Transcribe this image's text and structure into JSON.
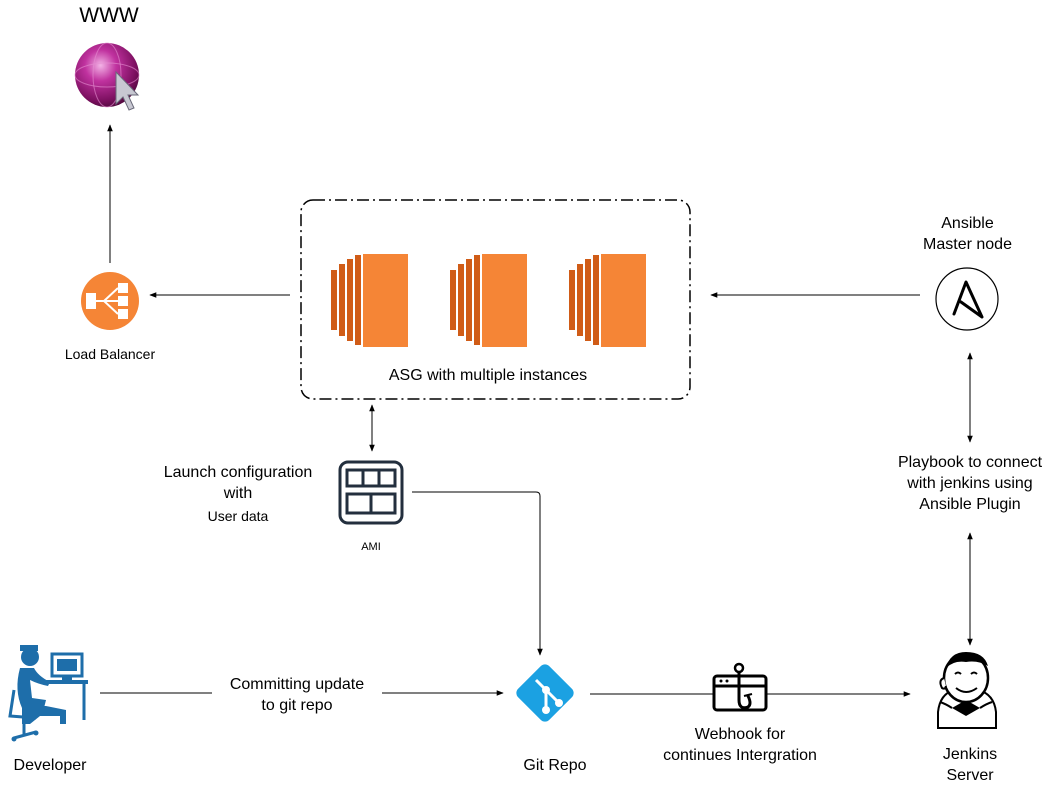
{
  "labels": {
    "www": "WWW",
    "load_balancer": "Load Balancer",
    "asg": "ASG with multiple instances",
    "ansible_master": [
      "Ansible",
      "Master node"
    ],
    "launch_config": [
      "Launch configuration",
      "with"
    ],
    "user_data": "User data",
    "ami": "AMI",
    "playbook": [
      "Playbook to connect",
      "with jenkins using",
      "Ansible Plugin"
    ],
    "developer": "Developer",
    "commit": [
      "Committing update",
      "to git repo"
    ],
    "git_repo": "Git Repo",
    "webhook": [
      "Webhook for",
      "continues Intergration"
    ],
    "jenkins": [
      "Jenkins",
      "Server"
    ]
  },
  "icons": {
    "www": "globe-cursor-icon",
    "load_balancer": "elastic-load-balancer-icon",
    "ec2": "ec2-instance-icon",
    "ansible": "ansible-logo-icon",
    "ami": "ami-icon",
    "developer": "developer-at-computer-icon",
    "git": "git-icon",
    "webhook": "webhook-icon",
    "jenkins": "jenkins-butler-icon"
  },
  "colors": {
    "aws_orange": "#F58536",
    "aws_orange_dark": "#D05C17",
    "git_blue": "#1BA1E2",
    "developer_blue": "#1E6EAA",
    "globe_magenta": "#9C1C7A",
    "ami_dark": "#232F3E"
  }
}
